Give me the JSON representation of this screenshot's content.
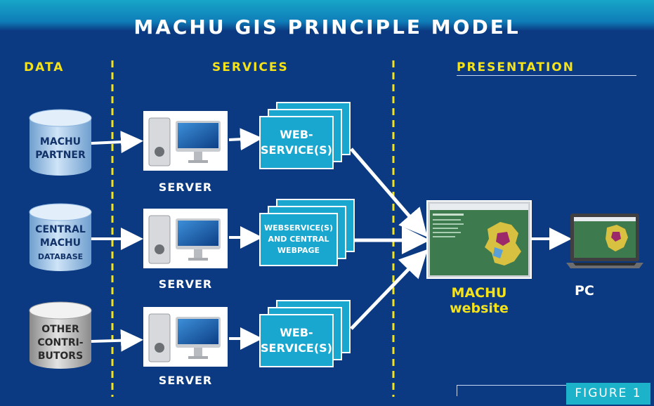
{
  "title": "MACHU GIS PRINCIPLE MODEL",
  "columns": {
    "data": "DATA",
    "services": "SERVICES",
    "presentation": "PRESENTATION"
  },
  "sources": [
    {
      "line1": "MACHU",
      "line2": "PARTNER",
      "line3": ""
    },
    {
      "line1": "CENTRAL",
      "line2": "MACHU",
      "line3": "DATABASE"
    },
    {
      "line1": "OTHER",
      "line2": "CONTRI-",
      "line3": "BUTORS"
    }
  ],
  "servers": [
    "SERVER",
    "SERVER",
    "SERVER"
  ],
  "webservices": [
    {
      "line1": "WEB-",
      "line2": "SERVICE(S)",
      "line3": ""
    },
    {
      "line1": "WEBSERVICE(S)",
      "line2": "AND CENTRAL",
      "line3": "WEBPAGE"
    },
    {
      "line1": "WEB-",
      "line2": "SERVICE(S)",
      "line3": ""
    }
  ],
  "website": {
    "line1": "MACHU",
    "line2": "website"
  },
  "pc": "PC",
  "figure_label": "FIGURE 1",
  "colors": {
    "background": "#0b3a82",
    "accent_yellow": "#f4e21a",
    "stack_cyan": "#1aa7cf",
    "cylinder_blue": "#a9cdee",
    "cylinder_gray": "#bdbdbd",
    "figure_tab": "#1cb2c9"
  },
  "icons": [
    "database-cylinder-icon",
    "server-computer-icon",
    "document-stack-icon",
    "monitor-screen-icon",
    "laptop-icon"
  ]
}
